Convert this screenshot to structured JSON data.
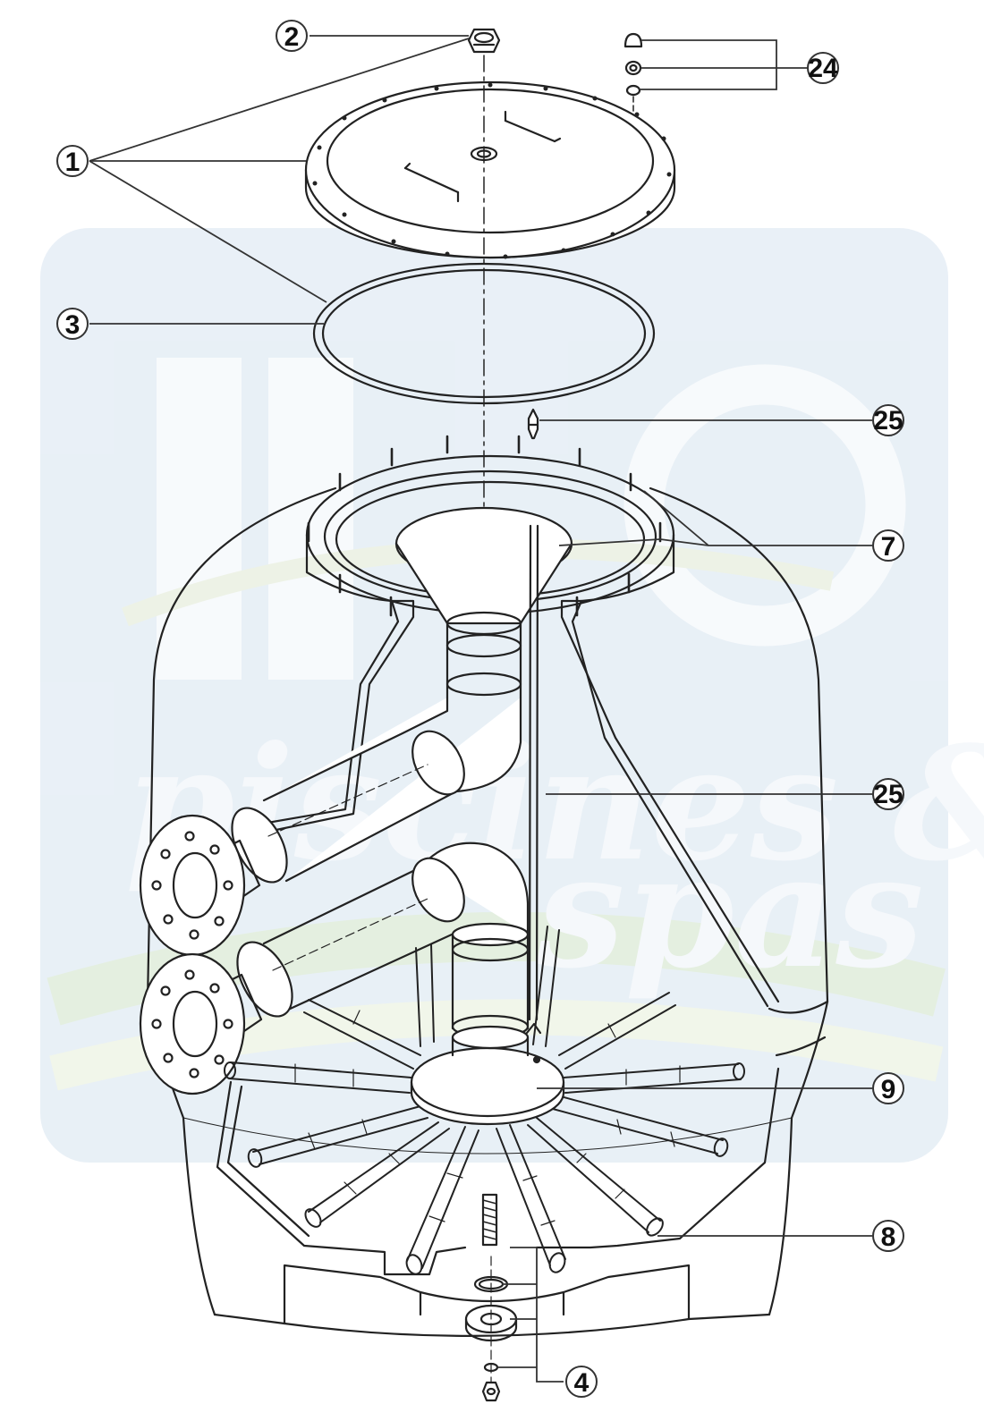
{
  "diagram": {
    "callouts": [
      {
        "id": "c1",
        "label": "1"
      },
      {
        "id": "c2",
        "label": "2"
      },
      {
        "id": "c3",
        "label": "3"
      },
      {
        "id": "c24",
        "label": "24"
      },
      {
        "id": "c25a",
        "label": "25"
      },
      {
        "id": "c7",
        "label": "7"
      },
      {
        "id": "c25b",
        "label": "25"
      },
      {
        "id": "c9",
        "label": "9"
      },
      {
        "id": "c8",
        "label": "8"
      },
      {
        "id": "c4",
        "label": "4"
      }
    ]
  },
  "watermark": {
    "line1": "piscines &",
    "line2": "spas"
  },
  "colors": {
    "line": "#222222",
    "watermark_blue": "#bcd3e6",
    "watermark_green": "#cfe3c8"
  }
}
